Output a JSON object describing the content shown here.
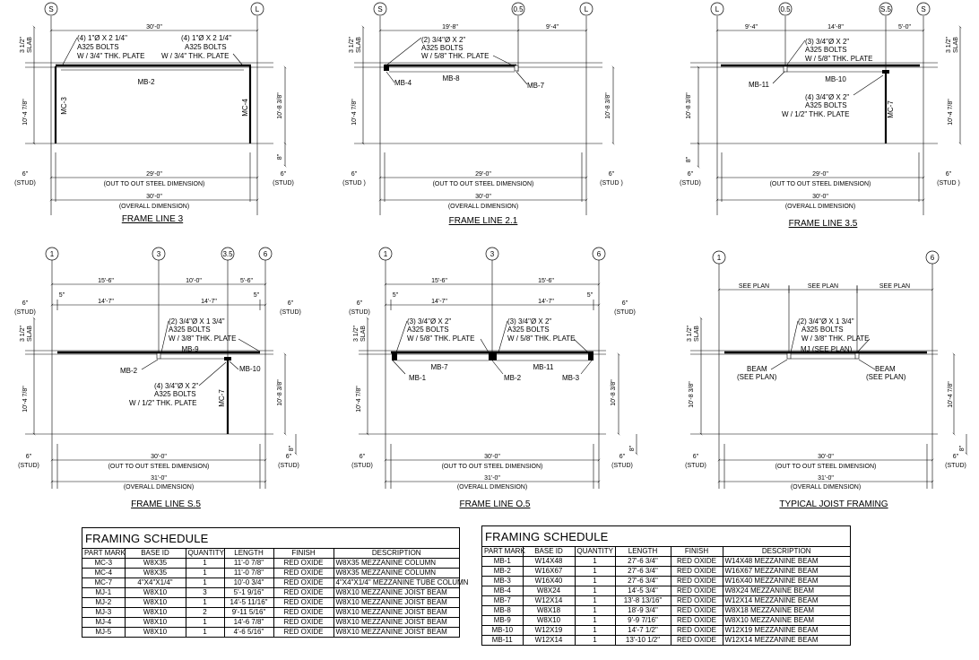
{
  "frames": [
    {
      "id": "fl3",
      "title": "FRAME LINE 3",
      "grid_bubbles": [
        "S",
        "L"
      ],
      "top_dims": [
        "30'-0\""
      ],
      "slab_dims": [
        "3 1/2\"",
        "SLAB"
      ],
      "height_dims": [
        "10'-4 7/8\"",
        "10'-8 3/8\""
      ],
      "bottom_small_dim": "8\"",
      "callouts": [
        "(4) 1\"Ø X 2 1/4\"",
        "A325 BOLTS",
        "W / 3/4\" THK. PLATE"
      ],
      "members": [
        "MB-2",
        "MC-3",
        "MC-4"
      ],
      "stud": [
        "6\"",
        "(STUD)"
      ],
      "inner_dim": "29'-0\"",
      "inner_note": "(OUT TO OUT STEEL DIMENSION)",
      "overall_dim": "30'-0\"",
      "overall_note": "(OVERALL DIMENSION)"
    },
    {
      "id": "fl21",
      "title": "FRAME LINE 2.1",
      "grid_bubbles": [
        "S",
        "0.5",
        "L"
      ],
      "top_dims": [
        "19'-8\"",
        "9'-4\""
      ],
      "slab_dims": [
        "3 1/2\"",
        "SLAB"
      ],
      "height_dims": [
        "10'-4 7/8\"",
        "10'-8 3/8\""
      ],
      "callouts": [
        "(2) 3/4\"Ø X 2\"",
        "A325 BOLTS",
        "W / 5/8\" THK. PLATE"
      ],
      "members": [
        "MB-4",
        "MB-8",
        "MB-7"
      ],
      "stud": [
        "6\"",
        "(STUD )",
        "6\"",
        "(STUD )"
      ],
      "inner_dim": "29'-0\"",
      "inner_note": "(OUT TO OUT STEEL DIMENSION)",
      "overall_dim": "30'-0\"",
      "overall_note": "(OVERALL DIMENSION)"
    },
    {
      "id": "fl35",
      "title": "FRAME LINE 3.5",
      "grid_bubbles": [
        "L",
        "0.5",
        "S.5",
        "S"
      ],
      "top_dims": [
        "9'-4\"",
        "14'-8\"",
        "5'-0\""
      ],
      "slab_dims": [
        "3 1/2\"",
        "SLAB"
      ],
      "height_dims": [
        "10'-8 3/8\"",
        "10'-4 7/8\""
      ],
      "bottom_small_dim": "8\"",
      "callouts": [
        "(3) 3/4\"Ø X 2\"",
        "A325 BOLTS",
        "W / 5/8\" THK. PLATE",
        "(4) 3/4\"Ø X 2\"",
        "A325 BOLTS",
        "W / 1/2\" THK. PLATE"
      ],
      "members": [
        "MB-11",
        "MB-10",
        "MC-7"
      ],
      "stud": [
        "6\"",
        "(STUD)",
        "6\"",
        "(STUD )"
      ],
      "inner_dim": "29'-0\"",
      "inner_note": "(OUT TO OUT STEEL DIMENSION)",
      "overall_dim": "30'-0\"",
      "overall_note": "(OVERALL DIMENSION)"
    },
    {
      "id": "fls5",
      "title": "FRAME LINE S.5",
      "grid_bubbles": [
        "1",
        "3",
        "3.5",
        "6"
      ],
      "top_dims": [
        "15'-6\"",
        "10'-0\"",
        "5'-6\""
      ],
      "sub_dims": [
        "5\"",
        "14'-7\"",
        "14'-7\"",
        "5\""
      ],
      "slab_dims": [
        "3 1/2\"",
        "SLAB"
      ],
      "height_dims": [
        "10'-4 7/8\"",
        "10'-8 3/8\""
      ],
      "bottom_small_dim": "8\"",
      "callouts": [
        "(2) 3/4\"Ø X 1 3/4\"",
        "A325 BOLTS",
        "W / 3/8\" THK. PLATE",
        "(4) 3/4\"Ø X 2\"",
        "A325 BOLTS",
        "W / 1/2\" THK. PLATE"
      ],
      "members": [
        "MB-9",
        "MB-2",
        "MB-10",
        "MC-7"
      ],
      "stud": [
        "6\"",
        "(STUD)",
        "6\"",
        "(STUD)"
      ],
      "inner_dim": "30'-0\"",
      "inner_note": "(OUT TO OUT STEEL DIMENSION)",
      "overall_dim": "31'-0\"",
      "overall_note": "(OVERALL DIMENSION)"
    },
    {
      "id": "flo5",
      "title": "FRAME LINE O.5",
      "grid_bubbles": [
        "1",
        "3",
        "6"
      ],
      "top_dims": [
        "15'-6\"",
        "15'-6\""
      ],
      "sub_dims": [
        "5\"",
        "14'-7\"",
        "14'-7\"",
        "5\""
      ],
      "slab_dims": [
        "3 1/2\"",
        "SLAB"
      ],
      "height_dims": [
        "10'-4 7/8\"",
        "10'-8 3/8\""
      ],
      "bottom_small_dim": "8\"",
      "callouts": [
        "(3) 3/4\"Ø X 2\"",
        "A325 BOLTS",
        "W / 5/8\" THK. PLATE",
        "(3) 3/4\"Ø X 2\"",
        "A325 BOLTS",
        "W / 5/8\" THK. PLATE"
      ],
      "members": [
        "MB-7",
        "MB-11",
        "MB-1",
        "MB-2",
        "MB-3"
      ],
      "stud": [
        "6\"",
        "(STUD)",
        "6\"",
        "(STUD)"
      ],
      "inner_dim": "30'-0\"",
      "inner_note": "(OUT TO OUT STEEL DIMENSION)",
      "overall_dim": "31'-0\"",
      "overall_note": "(OVERALL DIMENSION)"
    },
    {
      "id": "tjf",
      "title": "TYPICAL JOIST FRAMING",
      "grid_bubbles": [
        "1",
        "6"
      ],
      "top_dims": [
        "SEE PLAN",
        "SEE PLAN",
        "SEE PLAN"
      ],
      "slab_dims": [
        "3 1/2\"",
        "SLAB"
      ],
      "height_dims": [
        "10'-8 3/8\"",
        "10'-4 7/8\""
      ],
      "bottom_small_dim": "8\"",
      "callouts": [
        "(2) 3/4\"Ø X 1 3/4\"",
        "A325 BOLTS",
        "W / 3/8\" THK. PLATE"
      ],
      "members": [
        "MJ (SEE PLAN)",
        "BEAM",
        "(SEE PLAN)",
        "BEAM",
        "(SEE PLAN)"
      ],
      "stud": [
        "6\"",
        "(STUD)",
        "6\"",
        "(STUD)"
      ],
      "inner_dim": "30'-0\"",
      "inner_note": "(OUT TO OUT STEEL DIMENSION)",
      "overall_dim": "31'-0\"",
      "overall_note": "(OVERALL DIMENSION)"
    }
  ],
  "schedules": [
    {
      "title": "FRAMING SCHEDULE",
      "headers": [
        "PART MARK",
        "BASE ID",
        "QUANTITY",
        "LENGTH",
        "FINISH",
        "DESCRIPTION"
      ],
      "rows": [
        [
          "MC-3",
          "W8X35",
          "1",
          "11'-0 7/8\"",
          "RED OXIDE",
          "W8X35 MEZZANINE COLUMN"
        ],
        [
          "MC-4",
          "W8X35",
          "1",
          "11'-0 7/8\"",
          "RED OXIDE",
          "W8X35 MEZZANINE COLUMN"
        ],
        [
          "MC-7",
          "4\"X4\"X1/4\"",
          "1",
          "10'-0 3/4\"",
          "RED OXIDE",
          "4\"X4\"X1/4\" MEZZANINE TUBE COLUMN"
        ],
        [
          "MJ-1",
          "W8X10",
          "3",
          "5'-1 9/16\"",
          "RED OXIDE",
          "W8X10 MEZZANINE JOIST BEAM"
        ],
        [
          "MJ-2",
          "W8X10",
          "1",
          "14'-5 11/16\"",
          "RED OXIDE",
          "W8X10 MEZZANINE JOIST BEAM"
        ],
        [
          "MJ-3",
          "W8X10",
          "2",
          "9'-11 5/16\"",
          "RED OXIDE",
          "W8X10 MEZZANINE JOIST BEAM"
        ],
        [
          "MJ-4",
          "W8X10",
          "1",
          "14'-6 7/8\"",
          "RED OXIDE",
          "W8X10 MEZZANINE JOIST BEAM"
        ],
        [
          "MJ-5",
          "W8X10",
          "1",
          "4'-6 5/16\"",
          "RED OXIDE",
          "W8X10 MEZZANINE JOIST BEAM"
        ]
      ]
    },
    {
      "title": "FRAMING SCHEDULE",
      "headers": [
        "PART MARK",
        "BASE ID",
        "QUANTITY",
        "LENGTH",
        "FINISH",
        "DESCRIPTION"
      ],
      "rows": [
        [
          "MB-1",
          "W14X48",
          "1",
          "27'-6 3/4\"",
          "RED OXIDE",
          "W14X48 MEZZANINE BEAM"
        ],
        [
          "MB-2",
          "W16X67",
          "1",
          "27'-6 3/4\"",
          "RED OXIDE",
          "W16X67 MEZZANINE BEAM"
        ],
        [
          "MB-3",
          "W16X40",
          "1",
          "27'-6 3/4\"",
          "RED OXIDE",
          "W16X40 MEZZANINE BEAM"
        ],
        [
          "MB-4",
          "W8X24",
          "1",
          "14'-5 3/4\"",
          "RED OXIDE",
          "W8X24 MEZZANINE BEAM"
        ],
        [
          "MB-7",
          "W12X14",
          "1",
          "13'-8 13/16\"",
          "RED OXIDE",
          "W12X14 MEZZANINE BEAM"
        ],
        [
          "MB-8",
          "W8X18",
          "1",
          "18'-9 3/4\"",
          "RED OXIDE",
          "W8X18 MEZZANINE BEAM"
        ],
        [
          "MB-9",
          "W8X10",
          "1",
          "9'-9 7/16\"",
          "RED OXIDE",
          "W8X10 MEZZANINE BEAM"
        ],
        [
          "MB-10",
          "W12X19",
          "1",
          "14'-7 1/2\"",
          "RED OXIDE",
          "W12X19 MEZZANINE BEAM"
        ],
        [
          "MB-11",
          "W12X14",
          "1",
          "13'-10 1/2\"",
          "RED OXIDE",
          "W12X14 MEZZANINE BEAM"
        ]
      ]
    }
  ]
}
